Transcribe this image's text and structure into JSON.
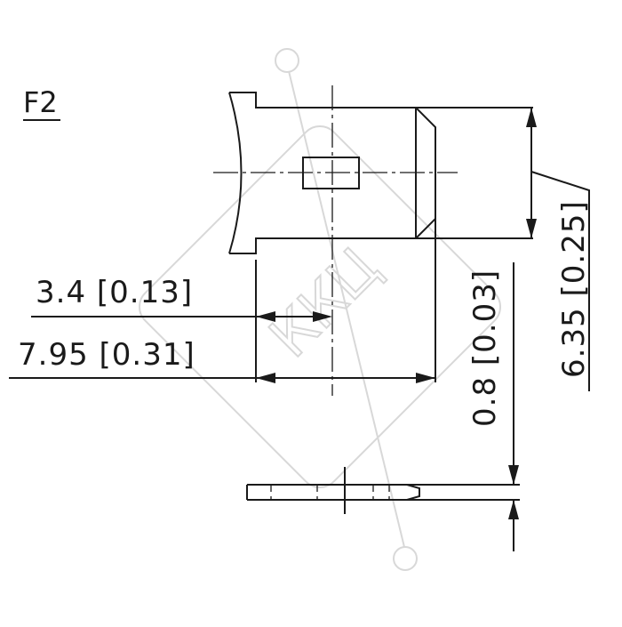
{
  "figure_label": "F2",
  "watermark_text": "ККЦ",
  "dimensions": {
    "tab_width": "3.4  [0.13]",
    "tab_length": "7.95  [0.31]",
    "thickness": "0.8  [0.03]",
    "height": "6.35  [0.25]"
  }
}
